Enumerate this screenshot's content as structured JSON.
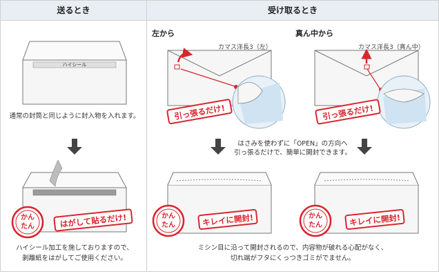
{
  "header": {
    "send": "送るとき",
    "receive": "受け取るとき"
  },
  "receive": {
    "left": {
      "title": "左から",
      "product": "カマス洋長3（左）"
    },
    "center": {
      "title": "真ん中から",
      "product": "カマス洋長3（真ん中）"
    },
    "middle_note": [
      "はさみを使わずに「OPEN」の方向へ",
      "引っ張るだけで、簡単に開封できます。"
    ],
    "bottom_note": [
      "ミシン目に沿って開封されるので、内容物が破れる心配がなく、",
      "切れ端がフタにくっつきゴミがでません。"
    ]
  },
  "send": {
    "seal_label": "ハイシール",
    "top_note": "通常の封筒と同じように封入物を入れます。",
    "bottom_note": [
      "ハイシール加工を施しておりますので、",
      "剥離紙をはがしてご使用ください。"
    ]
  },
  "stamps": {
    "kantan_1": "かん",
    "kantan_2": "たん"
  },
  "banners": {
    "pull": "引っ張るだけ!",
    "peel": "はがして貼るだけ!",
    "clean": "キレイに開封!"
  },
  "colors": {
    "accent": "#d8252e",
    "header_bg": "#e9eef4",
    "arrow": "#444444",
    "envelope_fill": "#f4f4f4",
    "blue_inside": "#cfe3f2"
  }
}
